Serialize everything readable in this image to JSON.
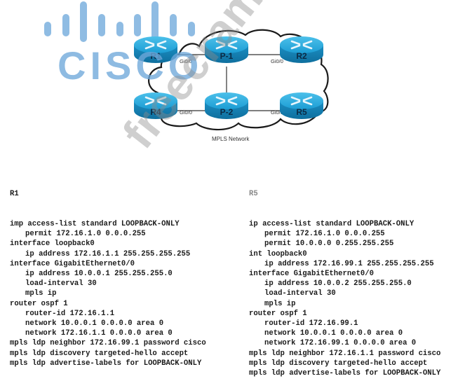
{
  "logo": {
    "text": "CISCO",
    "color": "#5b9bd5"
  },
  "diagram": {
    "cloud_label": "MPLS Network",
    "router_color": "#1a9fd6",
    "routers": [
      {
        "id": "R1",
        "label": "R1"
      },
      {
        "id": "P1",
        "label": "P-1"
      },
      {
        "id": "R2",
        "label": "R2"
      },
      {
        "id": "R4",
        "label": "R4"
      },
      {
        "id": "P2",
        "label": "P-2"
      },
      {
        "id": "R5",
        "label": "R5"
      }
    ],
    "interface_labels": {
      "r1_p1": "Gi0/0",
      "p1_r2": "Gi0/0",
      "r4_p2": "Gi0/0",
      "p2_r5": "Gi0/0"
    }
  },
  "configs": {
    "r1": {
      "title": "R1",
      "lines": [
        {
          "indent": 0,
          "text": "imp access-list standard LOOPBACK-ONLY"
        },
        {
          "indent": 1,
          "text": "permit 172.16.1.0 0.0.0.255"
        },
        {
          "indent": 0,
          "text": "interface loopback0"
        },
        {
          "indent": 1,
          "text": "ip address 172.16.1.1 255.255.255.255"
        },
        {
          "indent": 0,
          "text": "interface GigabitEthernet0/0"
        },
        {
          "indent": 1,
          "text": "ip address 10.0.0.1 255.255.255.0"
        },
        {
          "indent": 1,
          "text": "load-interval 30"
        },
        {
          "indent": 1,
          "text": "mpls ip"
        },
        {
          "indent": 0,
          "text": "router ospf 1"
        },
        {
          "indent": 1,
          "text": "router-id 172.16.1.1"
        },
        {
          "indent": 1,
          "text": "network 10.0.0.1 0.0.0.0 area 0"
        },
        {
          "indent": 1,
          "text": "network 172.16.1.1 0.0.0.0 area 0"
        },
        {
          "indent": 0,
          "text": "mpls ldp neighbor 172.16.99.1 password cisco"
        },
        {
          "indent": 0,
          "text": "mpls ldp discovery targeted-hello accept"
        },
        {
          "indent": 0,
          "text": "mpls ldp advertise-labels for LOOPBACK-ONLY"
        }
      ]
    },
    "r5": {
      "title": "R5",
      "lines": [
        {
          "indent": 0,
          "text": "ip access-list standard LOOPBACK-ONLY"
        },
        {
          "indent": 1,
          "text": "permit 172.16.1.0 0.0.0.255"
        },
        {
          "indent": 1,
          "text": "permit 10.0.0.0 0.255.255.255"
        },
        {
          "indent": 0,
          "text": "int loopback0"
        },
        {
          "indent": 1,
          "text": "ip address 172.16.99.1 255.255.255.255"
        },
        {
          "indent": 0,
          "text": "interface GigabitEthernet0/0"
        },
        {
          "indent": 1,
          "text": "ip address 10.0.0.2 255.255.255.0"
        },
        {
          "indent": 1,
          "text": "load-interval 30"
        },
        {
          "indent": 1,
          "text": "mpls ip"
        },
        {
          "indent": 0,
          "text": "router ospf 1"
        },
        {
          "indent": 1,
          "text": "router-id 172.16.99.1"
        },
        {
          "indent": 1,
          "text": "network 10.0.0.1 0.0.0.0 area 0"
        },
        {
          "indent": 1,
          "text": "network 172.16.99.1 0.0.0.0 area 0"
        },
        {
          "indent": 0,
          "text": "mpls ldp neighbor 172.16.1.1 password cisco"
        },
        {
          "indent": 0,
          "text": "mpls ldp discovery targeted-hello accept"
        },
        {
          "indent": 0,
          "text": "mpls ldp advertise-labels for LOOPBACK-ONLY"
        }
      ]
    }
  },
  "watermark": {
    "text": "freecram.net"
  }
}
